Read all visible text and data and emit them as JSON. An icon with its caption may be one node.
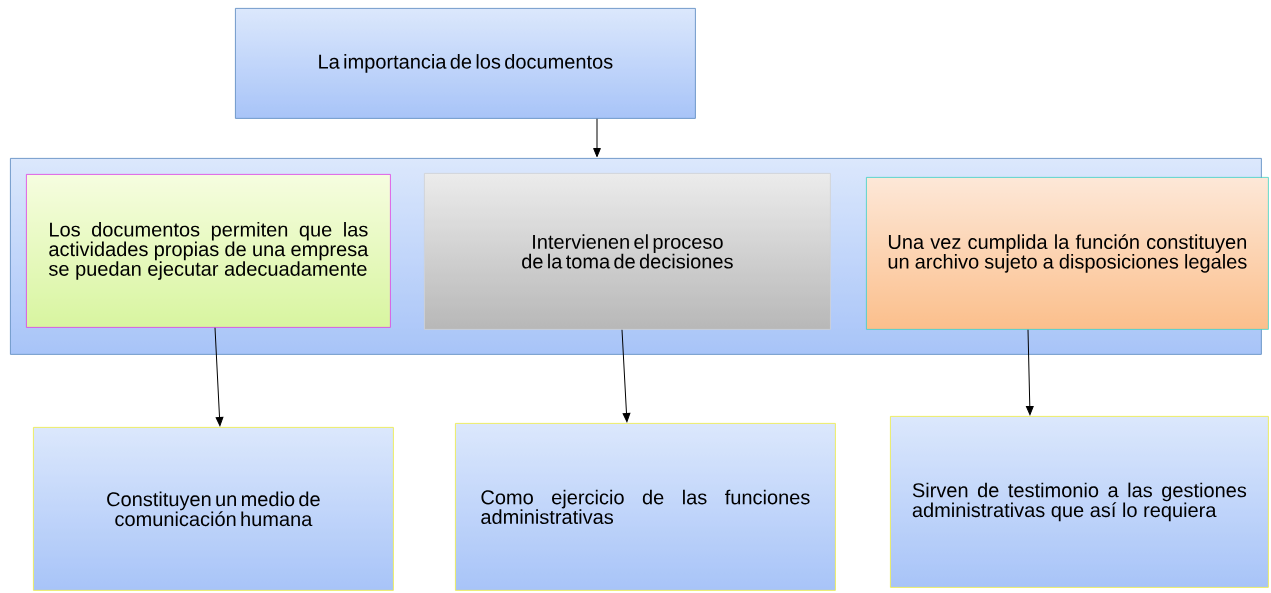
{
  "diagram": {
    "nodes": [
      {
        "text": [
          "La importancia de los documentos"
        ]
      },
      {
        "text": [],
        "shape": "box"
      },
      {
        "text": [
          "Los documentos  permiten que las actividades propias de una empresa se puedan ejecutar adecuadamente"
        ],
        "in": 1
      },
      {
        "text": [
          "Intervienen el proceso de la toma de decisiones"
        ],
        "in": 1
      },
      {
        "text": [
          "Una vez cumplida la función constituyen un archivo sujeto a disposiciones legales"
        ],
        "in": 1
      },
      {
        "text": [
          "Constituyen un medio de comunicación humana"
        ]
      },
      {
        "text": [
          "Como ejercicio de las funciones administrativas"
        ]
      },
      {
        "text": [
          "Sirven de testimonio a las gestiones administrativas que así lo requiera"
        ]
      }
    ],
    "edges": [
      {
        "from": 0,
        "to": 1,
        "arrow": "to"
      },
      {
        "from": 2,
        "to": 5,
        "arrow": "to"
      },
      {
        "from": 3,
        "to": 6,
        "arrow": "to"
      },
      {
        "from": 4,
        "to": 7,
        "arrow": "to"
      }
    ]
  }
}
